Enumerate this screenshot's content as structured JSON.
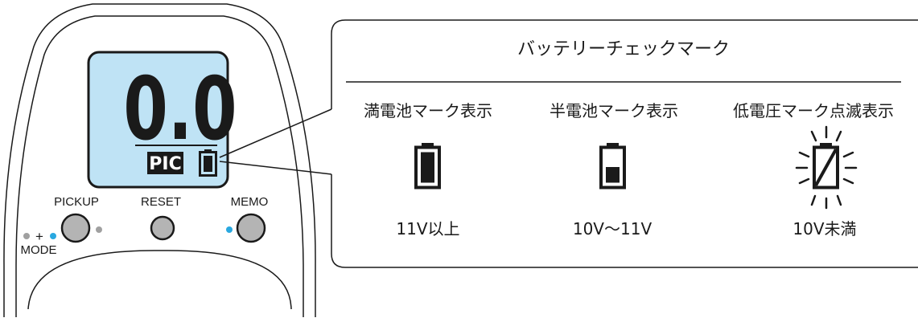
{
  "device": {
    "display_value": "0.0",
    "pic_label": "PIC",
    "buttons": {
      "pickup": "PICKUP",
      "reset": "RESET",
      "memo": "MEMO"
    },
    "mode_plus": "+",
    "mode_label": "MODE"
  },
  "callout": {
    "title": "バッテリーチェックマーク",
    "states": [
      {
        "heading": "満電池マーク表示",
        "range": "11V以上",
        "icon": "battery-full-icon"
      },
      {
        "heading": "半電池マーク表示",
        "range": "10V～11V",
        "icon": "battery-half-icon"
      },
      {
        "heading": "低電圧マーク点滅表示",
        "range": "10V未満",
        "icon": "battery-low-blinking-icon"
      }
    ]
  },
  "colors": {
    "lcd_bg": "#bfe3f5",
    "button_fill": "#b4b4b4",
    "indicator_blue": "#29a8e0",
    "indicator_gray": "#a0a0a0",
    "outline": "#1a1a1a"
  }
}
